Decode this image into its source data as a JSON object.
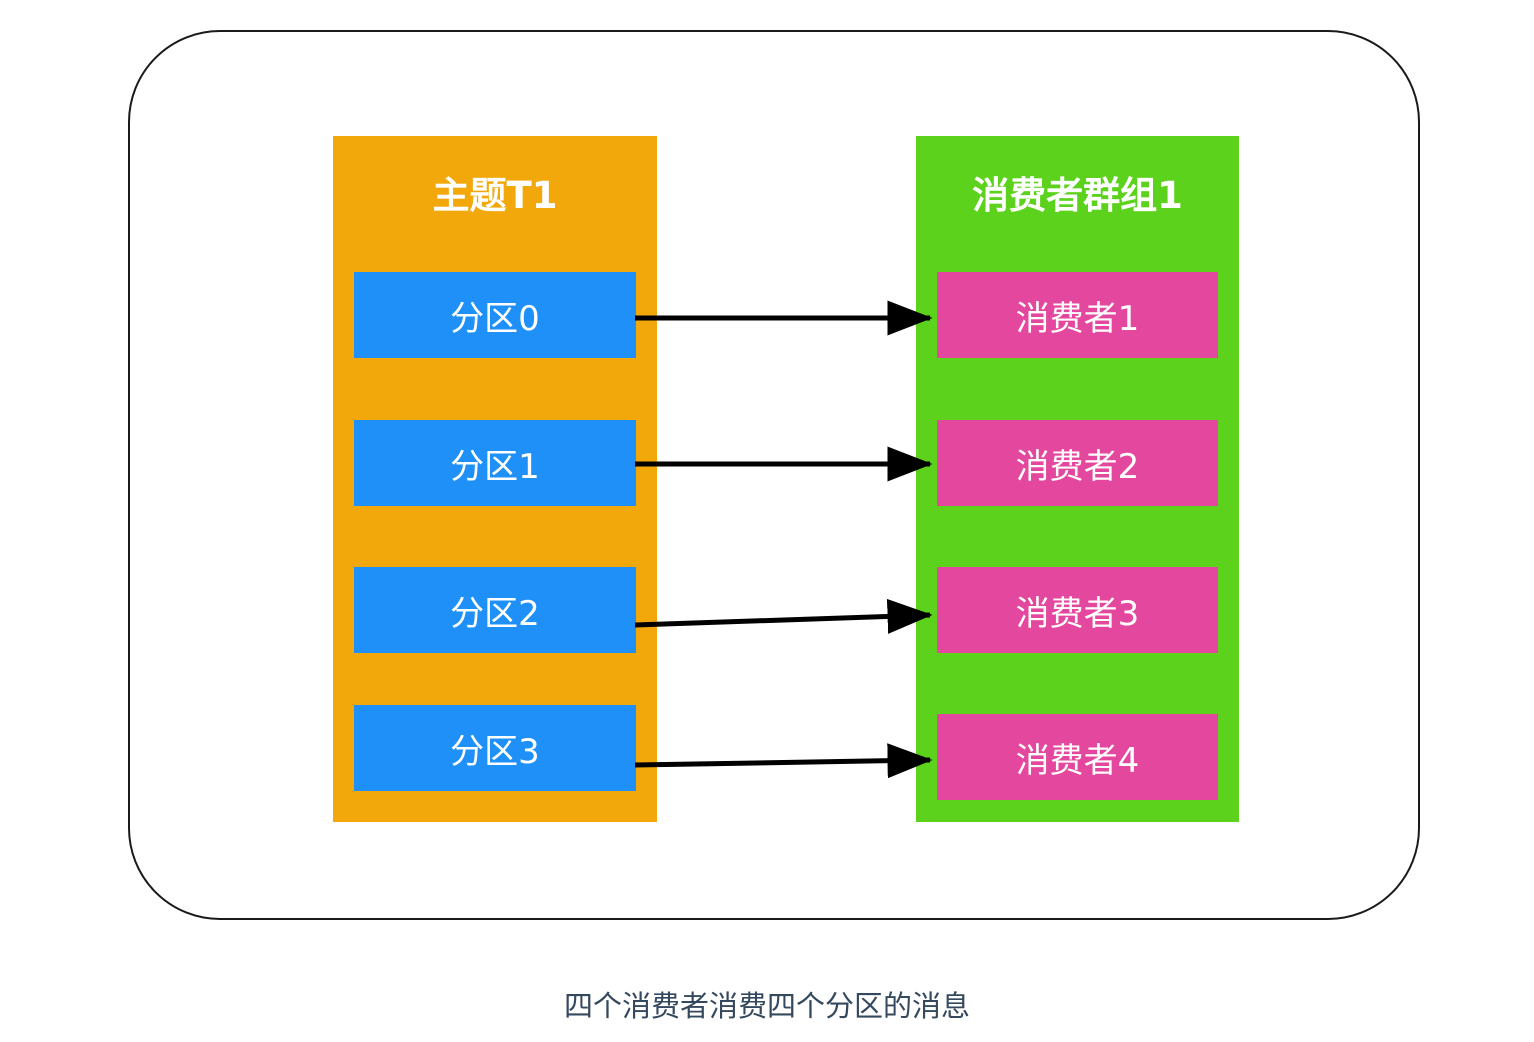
{
  "diagram": {
    "caption": "四个消费者消费四个分区的消息",
    "colors": {
      "topic_panel": "#F2A80B",
      "group_panel": "#5CD21C",
      "partition_box": "#1E90F8",
      "consumer_box": "#E3479E",
      "frame_border": "#1A1A1A",
      "arrow": "#000000",
      "box_text": "#FFFFFF",
      "caption_text": "#35495E"
    },
    "topic_panel": {
      "title": "主题T1",
      "partitions": [
        {
          "label": "分区0"
        },
        {
          "label": "分区1"
        },
        {
          "label": "分区2"
        },
        {
          "label": "分区3"
        }
      ]
    },
    "group_panel": {
      "title": "消费者群组1",
      "consumers": [
        {
          "label": "消费者1"
        },
        {
          "label": "消费者2"
        },
        {
          "label": "消费者3"
        },
        {
          "label": "消费者4"
        }
      ]
    },
    "connections": [
      {
        "from": "分区0",
        "to": "消费者1"
      },
      {
        "from": "分区1",
        "to": "消费者2"
      },
      {
        "from": "分区2",
        "to": "消费者3"
      },
      {
        "from": "分区3",
        "to": "消费者4"
      }
    ]
  }
}
